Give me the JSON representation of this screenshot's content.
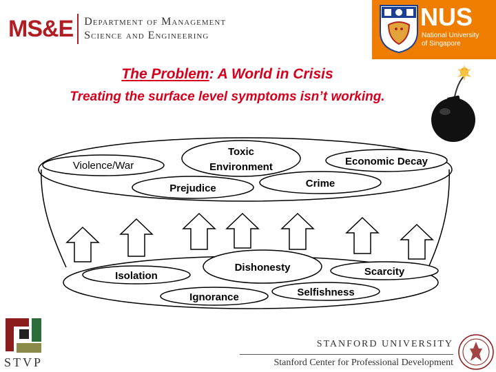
{
  "header": {
    "mse_logo": "MS&E",
    "department_line1": "Department of Management",
    "department_line2": "Science and Engineering",
    "nus_logo": "NUS",
    "nus_name_line1": "National University",
    "nus_name_line2": "of Singapore"
  },
  "slide": {
    "title_underlined": "The Problem",
    "title_rest": ": A World in Crisis",
    "subtitle": "Treating the surface level symptoms isn’t working."
  },
  "diagram": {
    "surface_symptoms": [
      "Toxic",
      "Environment",
      "Violence/War",
      "Economic Decay",
      "Prejudice",
      "Crime"
    ],
    "root_causes": [
      "Dishonesty",
      "Isolation",
      "Scarcity",
      "Selfishness",
      "Ignorance"
    ],
    "colors": {
      "stroke": "#000000",
      "fill": "#ffffff",
      "bomb": "#111111",
      "fuse_spark": "#f5a623"
    },
    "icons": [
      "bomb-icon",
      "up-arrow-icon"
    ]
  },
  "footer": {
    "stvp_label": "STVP",
    "stanford_university": "STANFORD UNIVERSITY",
    "stanford_center": "Stanford Center for Professional Development"
  },
  "brand_colors": {
    "mse_red": "#b01e23",
    "nus_orange": "#ef7d00",
    "title_red": "#d4001e"
  }
}
